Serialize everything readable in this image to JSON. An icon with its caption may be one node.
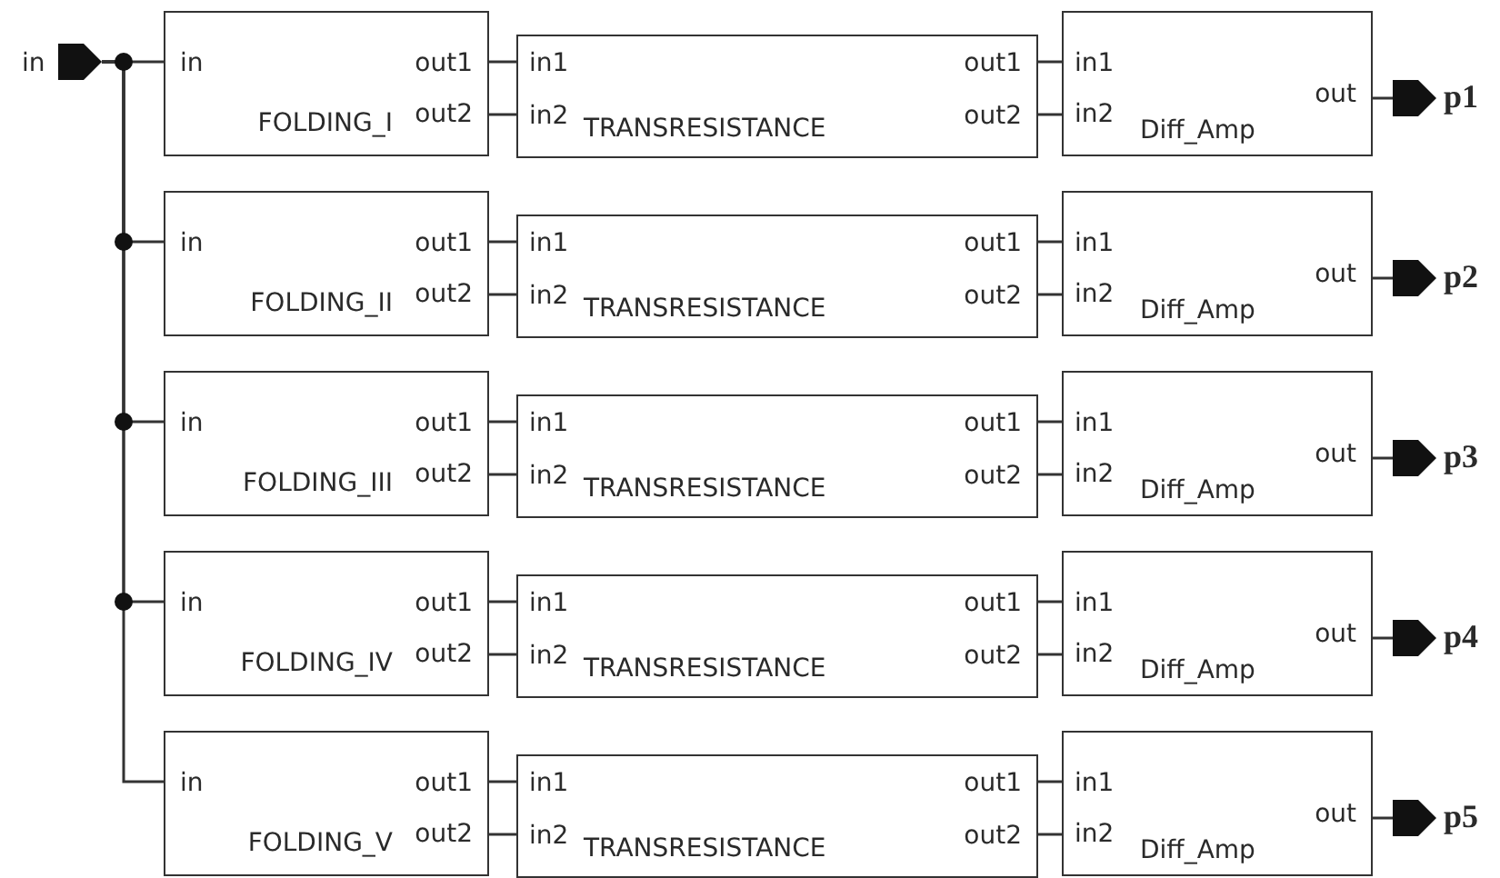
{
  "diagram": {
    "nodes": [
      {
        "text": [],
        "shape": "pentagon",
        "beside": [
          "in"
        ]
      },
      {
        "text": [
          "in",
          "out1",
          "out2",
          "FOLDING_I"
        ]
      },
      {
        "text": [
          "in1",
          "in2",
          "out1",
          "out2",
          "TRANSRESISTANCE"
        ]
      },
      {
        "text": [
          "in1",
          "in2",
          "out",
          "Diff_Amp"
        ]
      },
      {
        "text": [],
        "shape": "pentagon",
        "beside": [
          "p1"
        ]
      },
      {
        "text": [
          "in",
          "out1",
          "out2",
          "FOLDING_II"
        ]
      },
      {
        "text": [
          "in1",
          "in2",
          "out1",
          "out2",
          "TRANSRESISTANCE"
        ]
      },
      {
        "text": [
          "in1",
          "in2",
          "out",
          "Diff_Amp"
        ]
      },
      {
        "text": [],
        "shape": "pentagon",
        "beside": [
          "p2"
        ]
      },
      {
        "text": [
          "in",
          "out1",
          "out2",
          "FOLDING_III"
        ]
      },
      {
        "text": [
          "in1",
          "in2",
          "out1",
          "out2",
          "TRANSRESISTANCE"
        ]
      },
      {
        "text": [
          "in1",
          "in2",
          "out",
          "Diff_Amp"
        ]
      },
      {
        "text": [],
        "shape": "pentagon",
        "beside": [
          "p3"
        ]
      },
      {
        "text": [
          "in",
          "out1",
          "out2",
          "FOLDING_IV"
        ]
      },
      {
        "text": [
          "in1",
          "in2",
          "out1",
          "out2",
          "TRANSRESISTANCE"
        ]
      },
      {
        "text": [
          "in1",
          "in2",
          "out",
          "Diff_Amp"
        ]
      },
      {
        "text": [],
        "shape": "pentagon",
        "beside": [
          "p4"
        ]
      },
      {
        "text": [
          "in",
          "out1",
          "out2",
          "FOLDING_V"
        ]
      },
      {
        "text": [
          "in1",
          "in2",
          "out1",
          "out2",
          "TRANSRESISTANCE"
        ]
      },
      {
        "text": [
          "in1",
          "in2",
          "out",
          "Diff_Amp"
        ]
      },
      {
        "text": [],
        "shape": "pentagon",
        "beside": [
          "p5"
        ]
      }
    ],
    "edges": [
      {
        "from": 0,
        "to": 1,
        "arrow": "none"
      },
      {
        "from": 1,
        "to": 2,
        "arrow": "none"
      },
      {
        "from": 1,
        "to": 2,
        "arrow": "none"
      },
      {
        "from": 2,
        "to": 3,
        "arrow": "none"
      },
      {
        "from": 2,
        "to": 3,
        "arrow": "none"
      },
      {
        "from": 3,
        "to": 4,
        "arrow": "none"
      },
      {
        "from": 0,
        "to": 5,
        "arrow": "none"
      },
      {
        "from": 5,
        "to": 6,
        "arrow": "none"
      },
      {
        "from": 5,
        "to": 6,
        "arrow": "none"
      },
      {
        "from": 6,
        "to": 7,
        "arrow": "none"
      },
      {
        "from": 6,
        "to": 7,
        "arrow": "none"
      },
      {
        "from": 7,
        "to": 8,
        "arrow": "none"
      },
      {
        "from": 0,
        "to": 9,
        "arrow": "none"
      },
      {
        "from": 9,
        "to": 10,
        "arrow": "none"
      },
      {
        "from": 9,
        "to": 10,
        "arrow": "none"
      },
      {
        "from": 10,
        "to": 11,
        "arrow": "none"
      },
      {
        "from": 10,
        "to": 11,
        "arrow": "none"
      },
      {
        "from": 11,
        "to": 12,
        "arrow": "none"
      },
      {
        "from": 0,
        "to": 13,
        "arrow": "none"
      },
      {
        "from": 13,
        "to": 14,
        "arrow": "none"
      },
      {
        "from": 13,
        "to": 14,
        "arrow": "none"
      },
      {
        "from": 14,
        "to": 15,
        "arrow": "none"
      },
      {
        "from": 14,
        "to": 15,
        "arrow": "none"
      },
      {
        "from": 15,
        "to": 16,
        "arrow": "none"
      },
      {
        "from": 0,
        "to": 17,
        "arrow": "none"
      },
      {
        "from": 17,
        "to": 18,
        "arrow": "none"
      },
      {
        "from": 17,
        "to": 18,
        "arrow": "none"
      },
      {
        "from": 18,
        "to": 19,
        "arrow": "none"
      },
      {
        "from": 18,
        "to": 19,
        "arrow": "none"
      },
      {
        "from": 19,
        "to": 20,
        "arrow": "none"
      }
    ]
  }
}
